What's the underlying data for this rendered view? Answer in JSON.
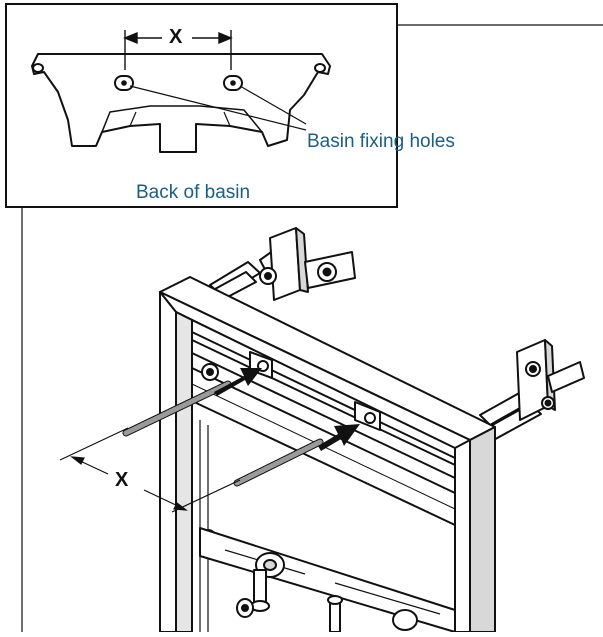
{
  "inset": {
    "dimension_label": "X",
    "fixing_holes_label": "Basin fixing holes",
    "caption": "Back of basin"
  },
  "frame": {
    "dimension_label": "X"
  },
  "colors": {
    "label_blue": "#1a5e86",
    "line": "#111111",
    "frame_fill": "#ffffff",
    "frame_shade": "#d8d8d8",
    "rod": "#8a8a8a"
  }
}
